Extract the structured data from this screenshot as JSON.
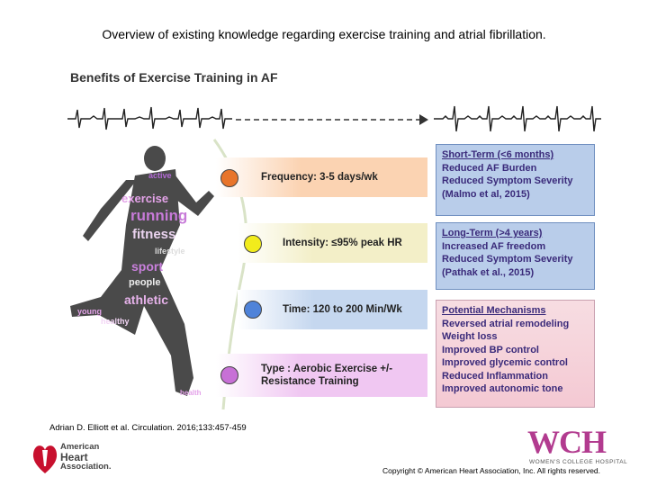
{
  "slide_title": "Overview of existing knowledge regarding exercise training and atrial fibrillation.",
  "figure": {
    "title": "Benefits of Exercise Training in AF",
    "word_cloud": [
      "active",
      "exercise",
      "running",
      "fitness",
      "lifestyle",
      "sport",
      "people",
      "athletic",
      "young",
      "healthy",
      "health"
    ],
    "components": [
      {
        "label": "Frequency: 3-5 days/wk",
        "dot_color": "#e8752b",
        "bg_color": "#fbd3b2"
      },
      {
        "label": "Intensity: ≤95% peak HR",
        "dot_color": "#f2ec1c",
        "bg_color": "#f3efc8"
      },
      {
        "label": "Time: 120 to 200 Min/Wk",
        "dot_color": "#4f83d9",
        "bg_color": "#c5d7ef"
      },
      {
        "label": "Type : Aerobic Exercise +/- Resistance Training",
        "dot_color": "#c770d6",
        "bg_color": "#f0c7f2"
      }
    ],
    "outcomes": [
      {
        "heading": "Short-Term (<6 months)",
        "lines": [
          "Reduced AF Burden",
          "Reduced Symptom Severity",
          "(Malmo et al, 2015)"
        ],
        "bg_color": "#b9cdea"
      },
      {
        "heading": "Long-Term (>4 years)",
        "lines": [
          "Increased AF freedom",
          "Reduced Symptom Severity",
          "(Pathak et al., 2015)"
        ],
        "bg_color": "#b9cdea"
      },
      {
        "heading": "Potential Mechanisms",
        "lines": [
          "Reversed atrial remodeling",
          "Weight loss",
          "Improved BP control",
          "Improved glycemic control",
          "Reduced Inflammation",
          "Improved autonomic tone"
        ],
        "bg_color": "#f4c9d3"
      }
    ]
  },
  "citation": "Adrian D. Elliott et al. Circulation. 2016;133:457-459",
  "copyright": "Copyright © American Heart Association, Inc. All rights reserved.",
  "aha_logo": {
    "line1": "American",
    "line2": "Heart",
    "line3": "Association."
  },
  "wch_logo": {
    "letters": "WCH",
    "subtitle": "WOMEN'S COLLEGE HOSPITAL"
  }
}
